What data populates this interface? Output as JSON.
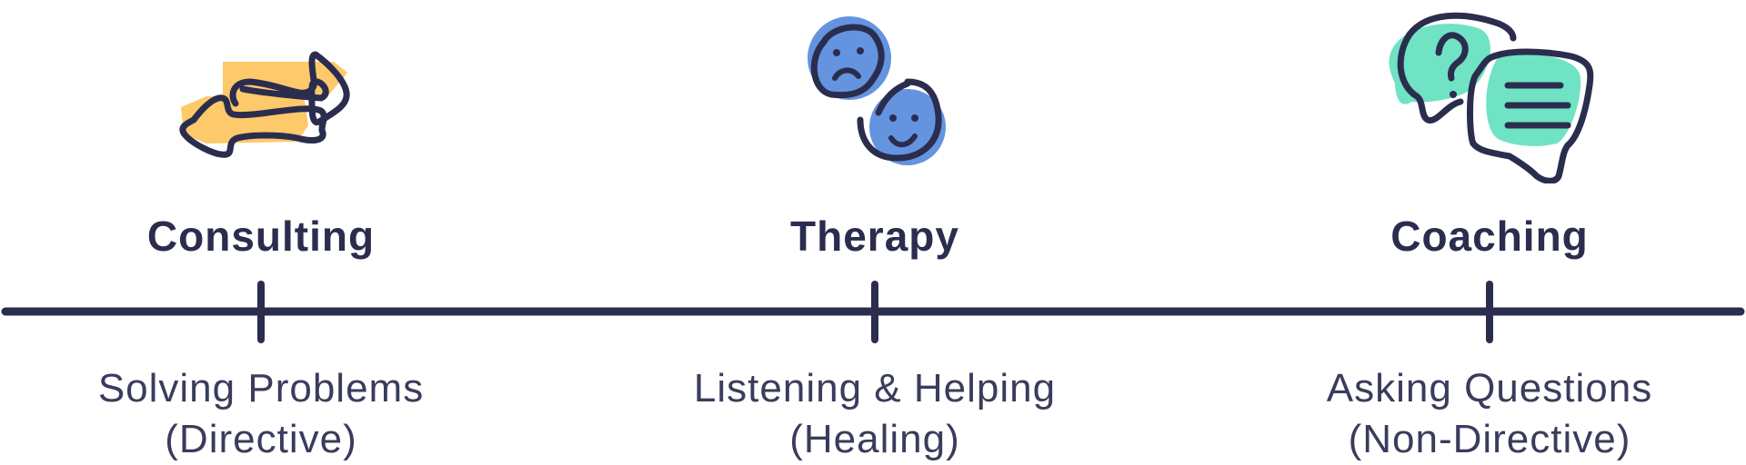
{
  "colors": {
    "ink": "#2b2d4e",
    "consulting_accent": "#fdc96b",
    "therapy_accent": "#6494e0",
    "coaching_accent": "#6fe3c4"
  },
  "columns": [
    {
      "title": "Consulting",
      "line1": "Solving Problems",
      "line2": "(Directive)",
      "icon": "arrows-icon"
    },
    {
      "title": "Therapy",
      "line1": "Listening & Helping",
      "line2": "(Healing)",
      "icon": "faces-icon"
    },
    {
      "title": "Coaching",
      "line1": "Asking Questions",
      "line2": "(Non-Directive)",
      "icon": "speech-bubbles-icon"
    }
  ]
}
